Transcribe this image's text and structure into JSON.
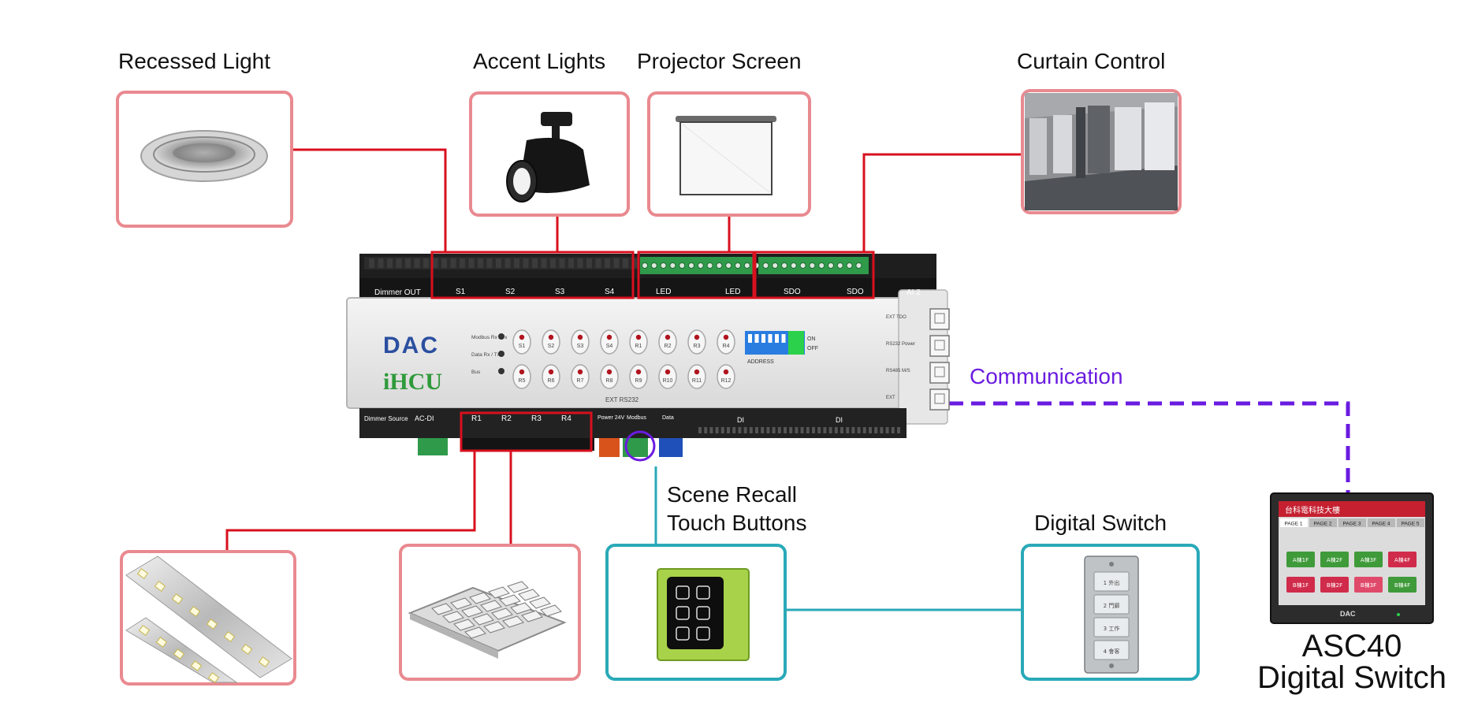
{
  "labels": {
    "recessed_light": "Recessed Light",
    "accent_lights": "Accent Lights",
    "projector_screen": "Projector Screen",
    "curtain_control": "Curtain Control",
    "communication": "Communication",
    "scene_recall_1": "Scene Recall",
    "scene_recall_2": "Touch Buttons",
    "digital_switch": "Digital Switch",
    "asc40_1": "ASC40",
    "asc40_2": "Digital Switch"
  },
  "controller": {
    "brand": "DAC",
    "model": "iHCU",
    "dimmer_out": "Dimmer OUT",
    "dimmer_source": "Dimmer Source",
    "ac_di": "AC-DI",
    "power24": "Power 24V",
    "modbus": "Modbus",
    "data": "Data",
    "ext_rs232": "EXT  RS232",
    "di": "DI",
    "ai2": "AI 2",
    "on": "ON",
    "off": "OFF",
    "addr": "ADDRESS",
    "port_labels": [
      "EXT TDO",
      "RS232 Power",
      "RS485 M/S",
      "EXT"
    ],
    "top_groups": [
      "S1",
      "S2",
      "S3",
      "S4"
    ],
    "led_groups": [
      "LED",
      "LED"
    ],
    "sdo_groups": [
      "SDO",
      "SDO"
    ],
    "relay_groups": [
      "R1",
      "R2",
      "R3",
      "R4"
    ],
    "led_status": [
      "Modbus Rx / Tx",
      "Data Rx / Tx",
      "Bus"
    ],
    "button_row1": [
      "S1",
      "S2",
      "S3",
      "S4",
      "R1",
      "R2",
      "R3",
      "R4"
    ],
    "button_row2": [
      "R5",
      "R6",
      "R7",
      "R8",
      "R9",
      "R10",
      "R11",
      "R12"
    ]
  },
  "asc40_screen": {
    "title": "台科電科技大樓",
    "tabs": [
      "PAGE 1",
      "PAGE 2",
      "PAGE 3",
      "PAGE 4",
      "PAGE 5"
    ],
    "row1": [
      "A棟1F",
      "A棟2F",
      "A棟3F",
      "A棟4F"
    ],
    "row2": [
      "B棟1F",
      "B棟2F",
      "B棟3F",
      "B棟4F"
    ],
    "brand": "DAC"
  },
  "wall_switch": {
    "buttons": [
      "1 外出",
      "2 門廊",
      "3 工作",
      "4 會客"
    ]
  },
  "colors": {
    "red_line": "#d8101e",
    "pink_box": "#e98a90",
    "teal_box": "#2aa9b8",
    "purple": "#6a1be0",
    "terminal_green": "#2f9a4a",
    "terminal_blue": "#1f4fb8",
    "terminal_orange": "#d8531c"
  }
}
